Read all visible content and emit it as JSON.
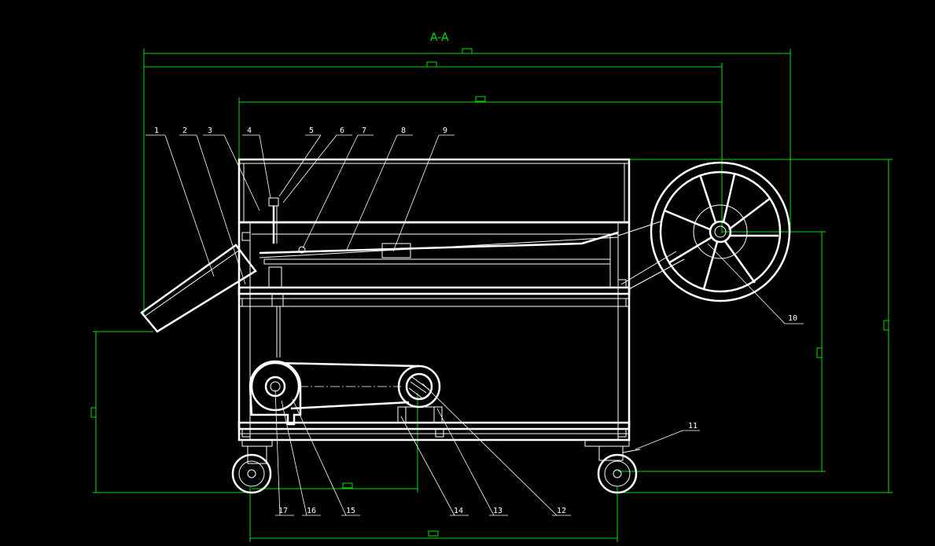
{
  "section_title": "A-A",
  "colors": {
    "background": "#000000",
    "dimension": "#00e000",
    "geometry": "#ffffff"
  },
  "callouts": [
    "1",
    "2",
    "3",
    "4",
    "5",
    "6",
    "7",
    "8",
    "9",
    "10",
    "11",
    "12",
    "13",
    "14",
    "15",
    "16",
    "17"
  ]
}
